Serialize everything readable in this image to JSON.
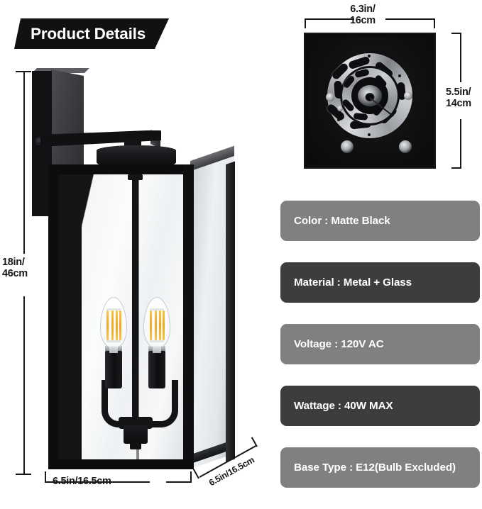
{
  "header": {
    "title": "Product Details"
  },
  "colors": {
    "banner_bg": "#111111",
    "card_light": "#808080",
    "card_dark": "#3d3d3d",
    "text_on_card": "#ffffff",
    "dimension_text": "#17181a",
    "fixture_black": "#0d0d0e",
    "filament_amber": "#f2a71d",
    "plate_metal": "#c9ccd0",
    "page_bg": "#ffffff"
  },
  "product_figure": {
    "name": "outdoor-wall-lantern",
    "dimensions": {
      "height": "18in/\n46cm",
      "width": "6.5in/16.5cm",
      "depth": "6.5in/16.5cm"
    }
  },
  "mounting_plate_figure": {
    "name": "mounting-bracket-plate",
    "dimensions": {
      "width": "6.3in/\n16cm",
      "height": "5.5in/\n14cm"
    }
  },
  "specs": [
    {
      "label": "Color : Matte Black",
      "theme": "light"
    },
    {
      "label": "Material : Metal + Glass",
      "theme": "dark"
    },
    {
      "label": "Voltage : 120V AC",
      "theme": "light"
    },
    {
      "label": "Wattage : 40W MAX",
      "theme": "dark"
    },
    {
      "label": "Base Type : E12(Bulb Excluded)",
      "theme": "light"
    }
  ]
}
